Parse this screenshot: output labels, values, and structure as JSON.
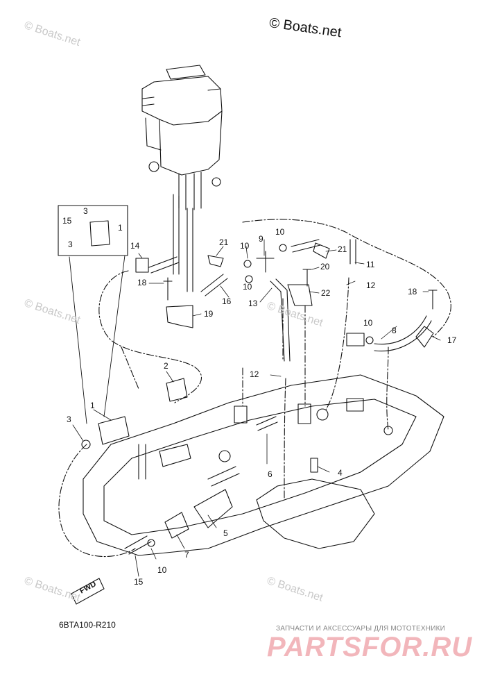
{
  "copyright": "© Boats.net",
  "watermark": "© Boats.net",
  "diagram_code": "6BTA100-R210",
  "fwd_label": "FWD",
  "promo_text": "ЗАПЧАСТИ И АКСЕССУАРЫ ДЛЯ МОТОТЕХНИКИ",
  "brand_text": "PARTSFOR.RU",
  "callouts": [
    "1",
    "2",
    "3",
    "4",
    "5",
    "6",
    "7",
    "8",
    "9",
    "10",
    "11",
    "12",
    "13",
    "14",
    "15",
    "16",
    "17",
    "18",
    "19",
    "20",
    "21",
    "22"
  ],
  "colors": {
    "line": "#111111",
    "watermark": "#c9c9c9",
    "brand": "#f2b6bb"
  }
}
